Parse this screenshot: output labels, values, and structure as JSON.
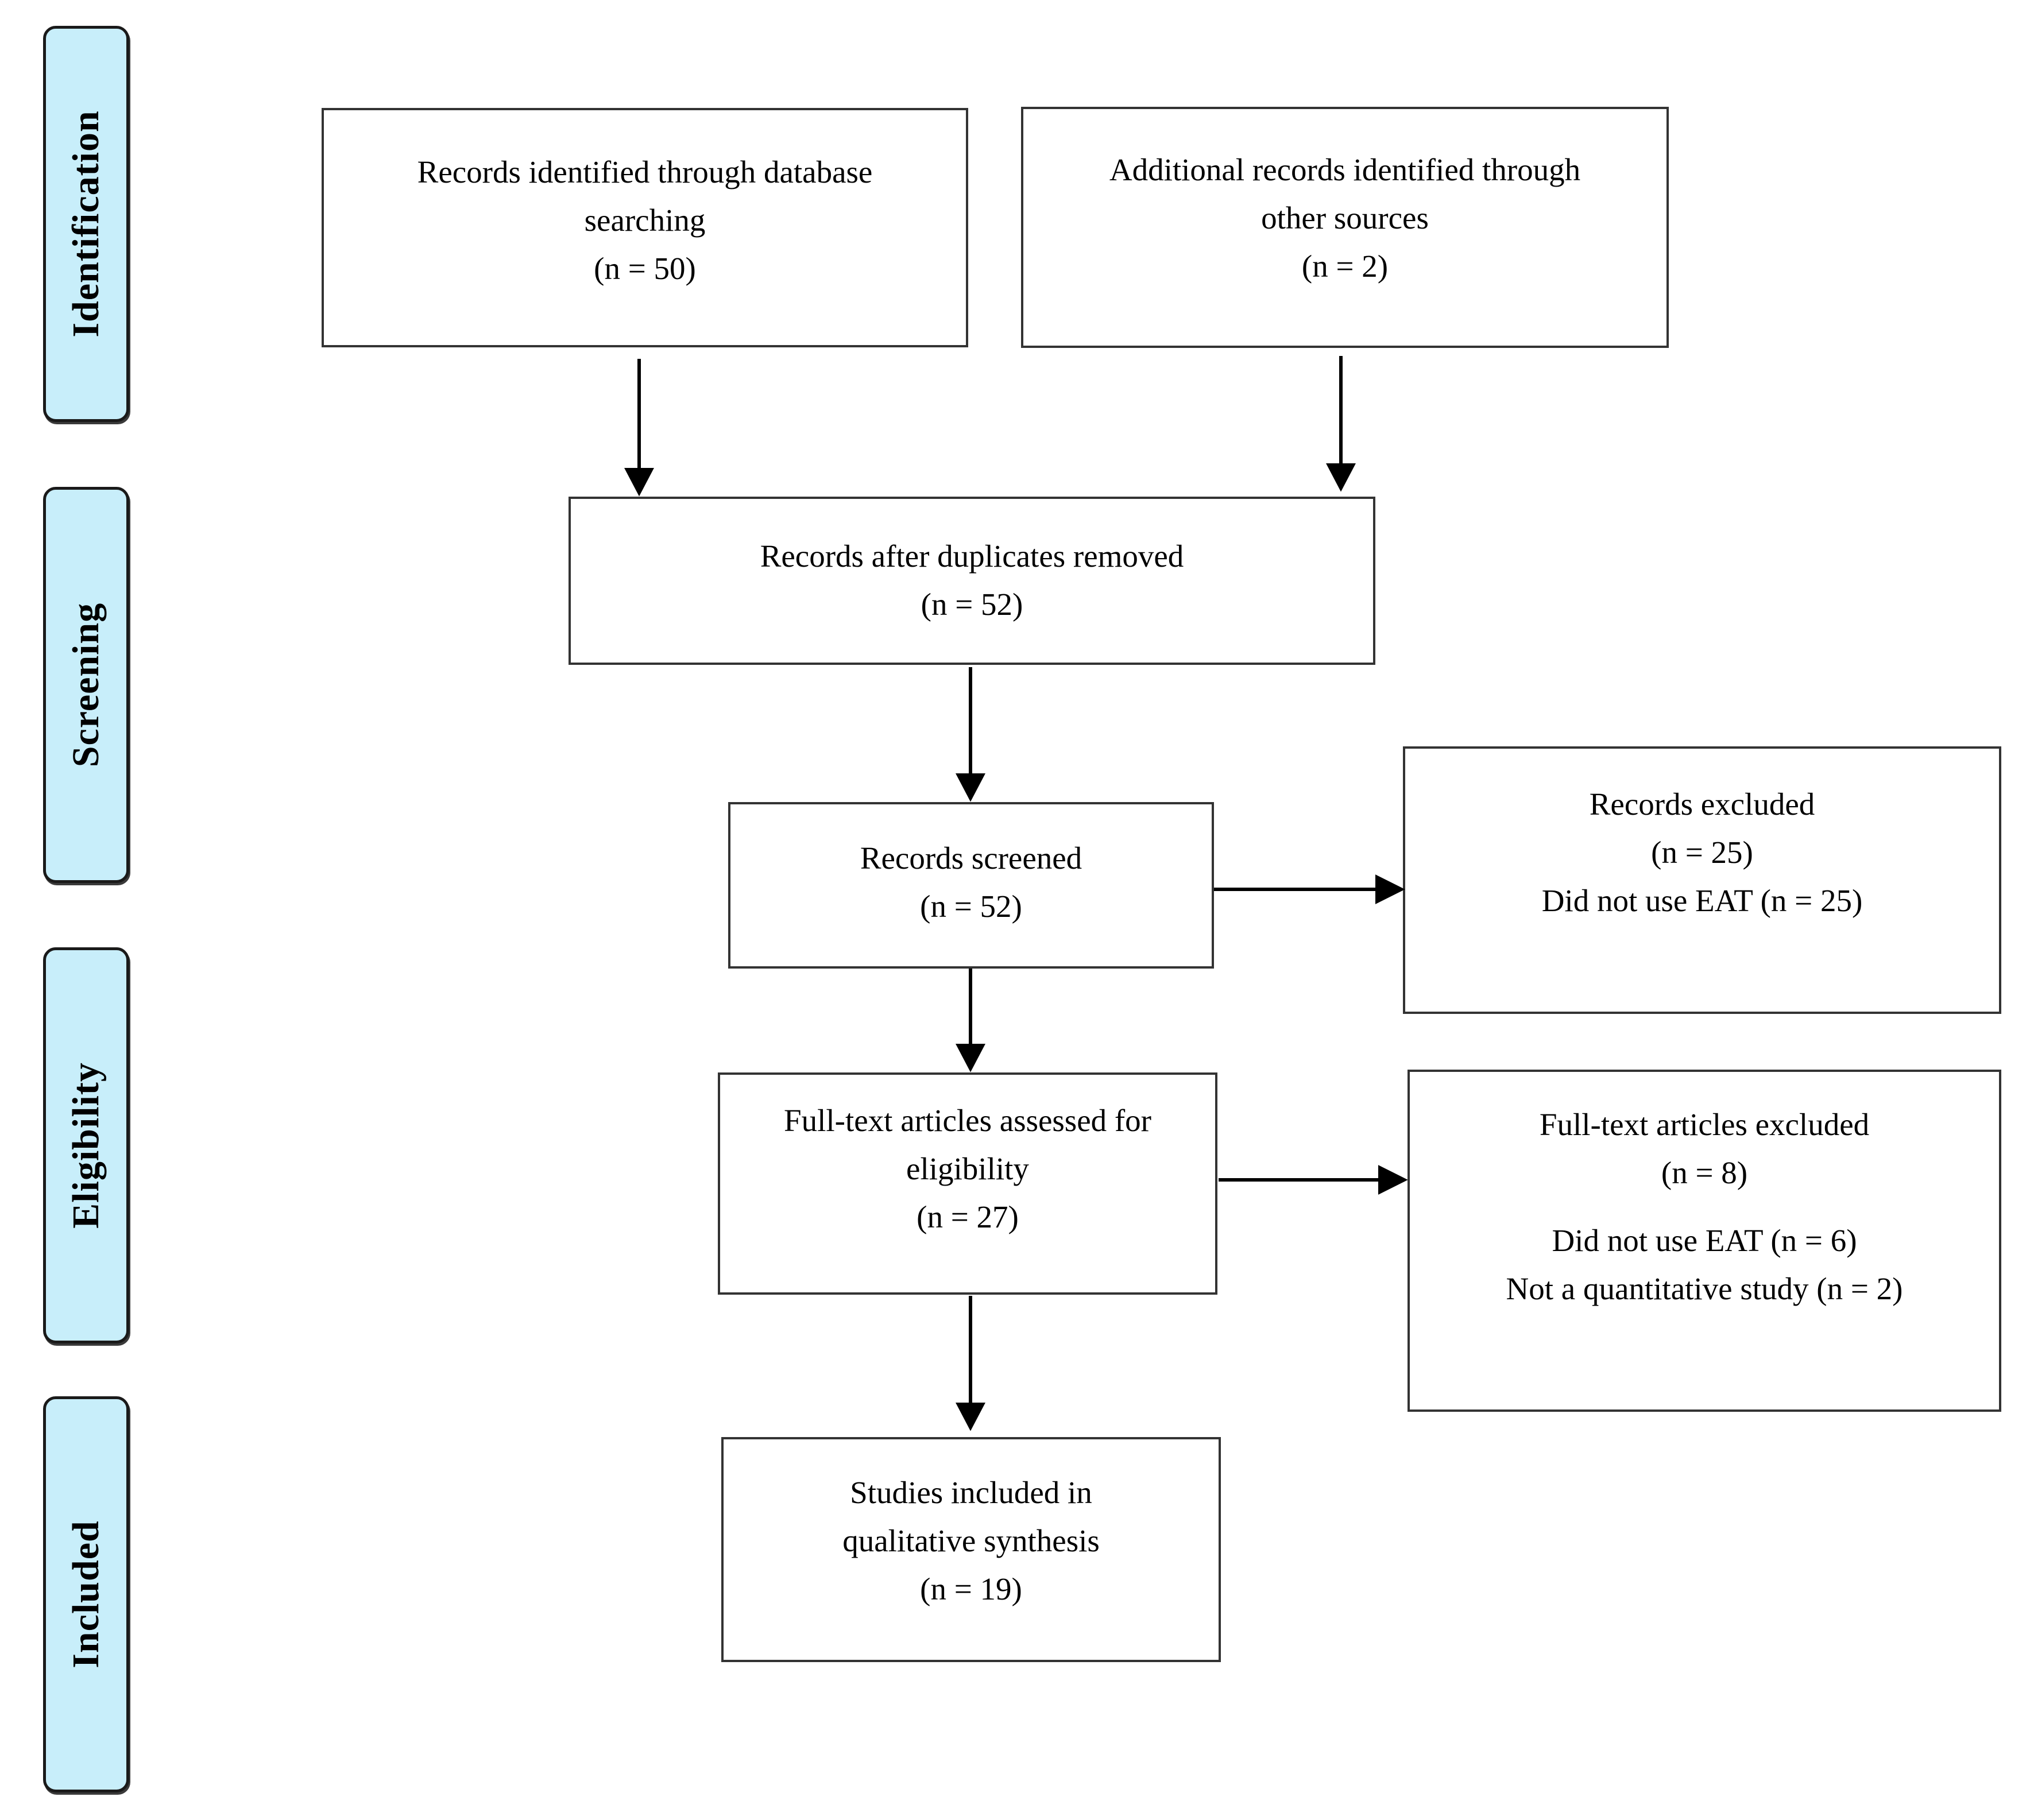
{
  "phases": {
    "identification": "Identification",
    "screening": "Screening",
    "eligibility": "Eligibility",
    "included": "Included"
  },
  "boxes": {
    "database": {
      "line1": "Records identified through database",
      "line2": "searching",
      "count": "(n = 50)"
    },
    "other": {
      "line1": "Additional records identified through",
      "line2": "other sources",
      "count": "(n = 2)"
    },
    "deduplicated": {
      "line1": "Records after duplicates removed",
      "count": "(n = 52)"
    },
    "screened": {
      "line1": "Records screened",
      "count": "(n = 52)"
    },
    "excluded": {
      "line1": "Records excluded",
      "count": "(n = 25)",
      "reason1": "Did not use EAT (n = 25)"
    },
    "fulltext": {
      "line1": "Full-text articles assessed for",
      "line2": "eligibility",
      "count": "(n = 27)"
    },
    "fulltext_excluded": {
      "line1": "Full-text articles excluded",
      "count": "(n = 8)",
      "reason1": "Did not use EAT (n = 6)",
      "reason2": "Not a quantitative study (n = 2)"
    },
    "included": {
      "line1": "Studies included in",
      "line2": "qualitative synthesis",
      "count": "(n = 19)"
    }
  }
}
